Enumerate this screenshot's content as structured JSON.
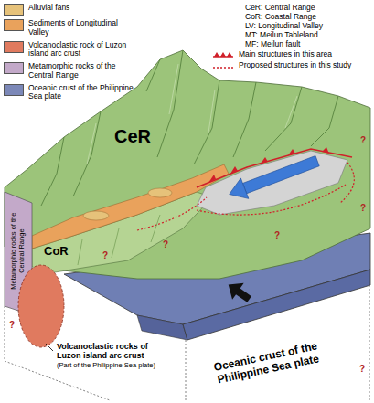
{
  "diagram": {
    "labels": [
      "CeR: Central Range",
      "CoR: Coastal Range",
      "LV: Longitudinal Valley",
      "MT: Meilun Tableland",
      "MF: Meilun fault",
      "CeR",
      "CoR",
      "Metamorphic rocks of the Central Range",
      "Volcanoclastic rocks of Luzon island arc crust",
      "(Part of the Philippine Sea plate)",
      "Oceanic crust of the Philippine Sea plate",
      "?",
      "?",
      "?",
      "?",
      "?",
      "?",
      "?"
    ],
    "legend": [
      {
        "text": "Alluvial fans",
        "color": "#e6c27a"
      },
      {
        "text": "Sediments of Longitudinal Valley",
        "color": "#e9a25c"
      },
      {
        "text": "Volcanoclastic rock of Luzon island arc crust",
        "color": "#e07a5f"
      },
      {
        "text": "Metamorphic rocks of the Central Range",
        "color": "#c3a9c9"
      },
      {
        "text": "Oceanic crust of the Philippine Sea plate",
        "color": "#7c88b8"
      },
      {
        "text": "Main structures in this area"
      },
      {
        "text": "Proposed structures in this study"
      }
    ]
  }
}
